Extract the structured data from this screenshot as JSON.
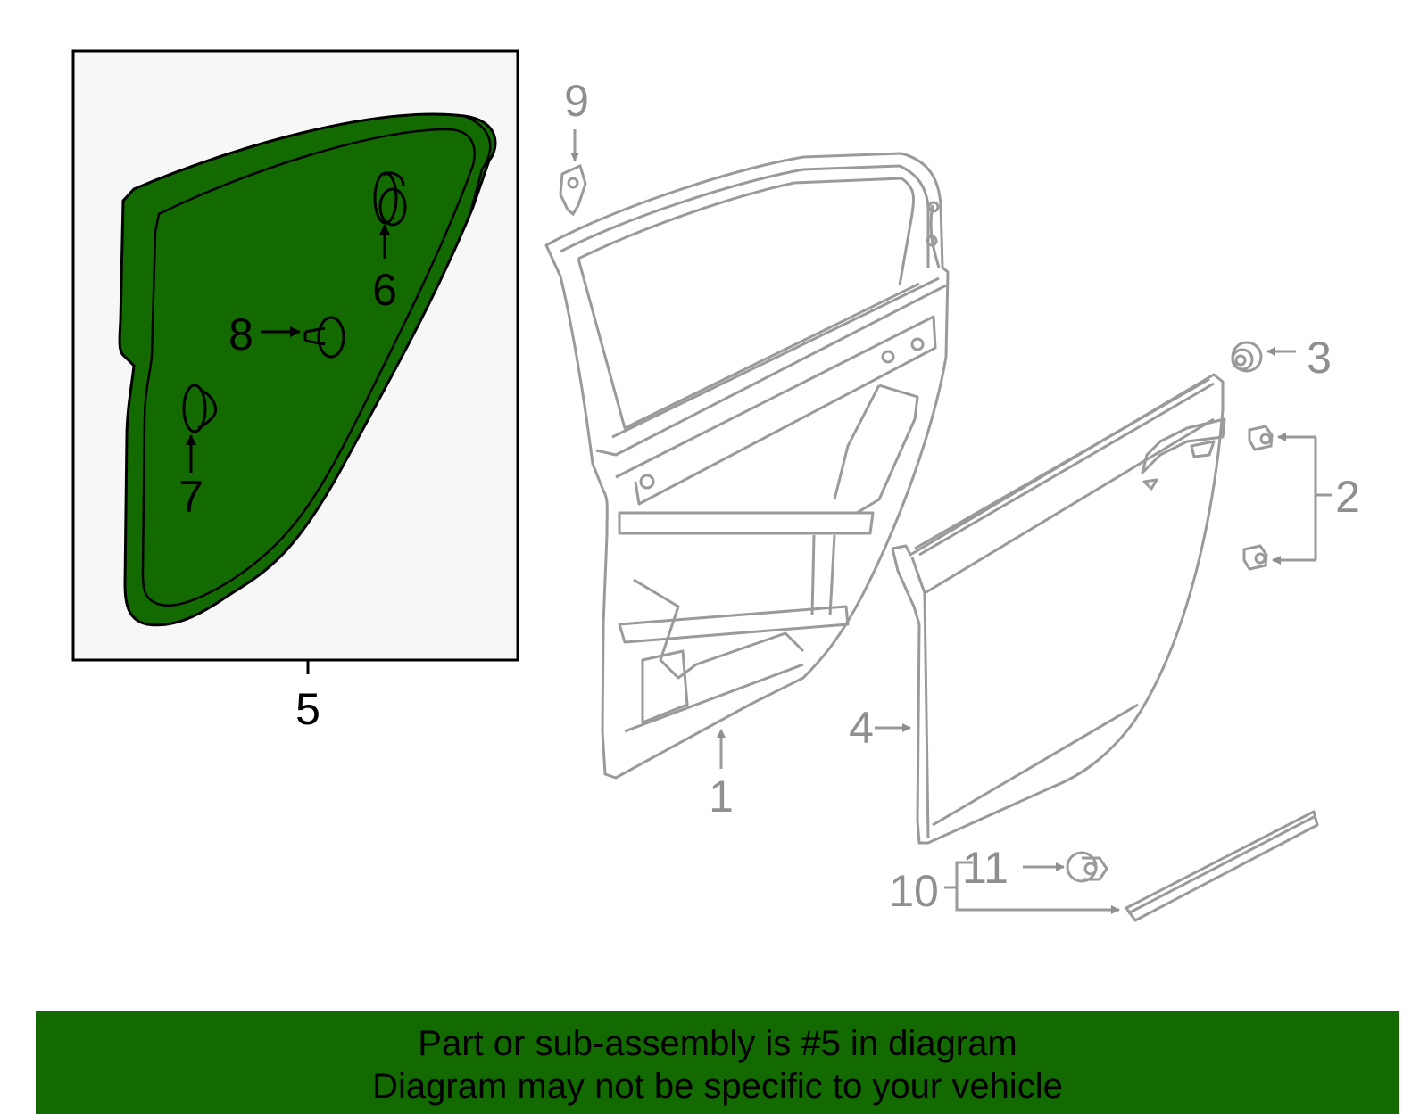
{
  "diagram": {
    "callouts": {
      "c1": "1",
      "c2": "2",
      "c3": "3",
      "c4": "4",
      "c5": "5",
      "c6": "6",
      "c7": "7",
      "c8": "8",
      "c9": "9",
      "c10": "10",
      "c11": "11"
    },
    "colors": {
      "highlight_fill": "#136a00",
      "inset_bg": "#f7f7f7",
      "part_outline": "#9a9a9a",
      "banner_bg": "#136a00"
    }
  },
  "banner": {
    "line1": "Part or sub-assembly is #5 in diagram",
    "line2": "Diagram may not be specific to your vehicle"
  }
}
